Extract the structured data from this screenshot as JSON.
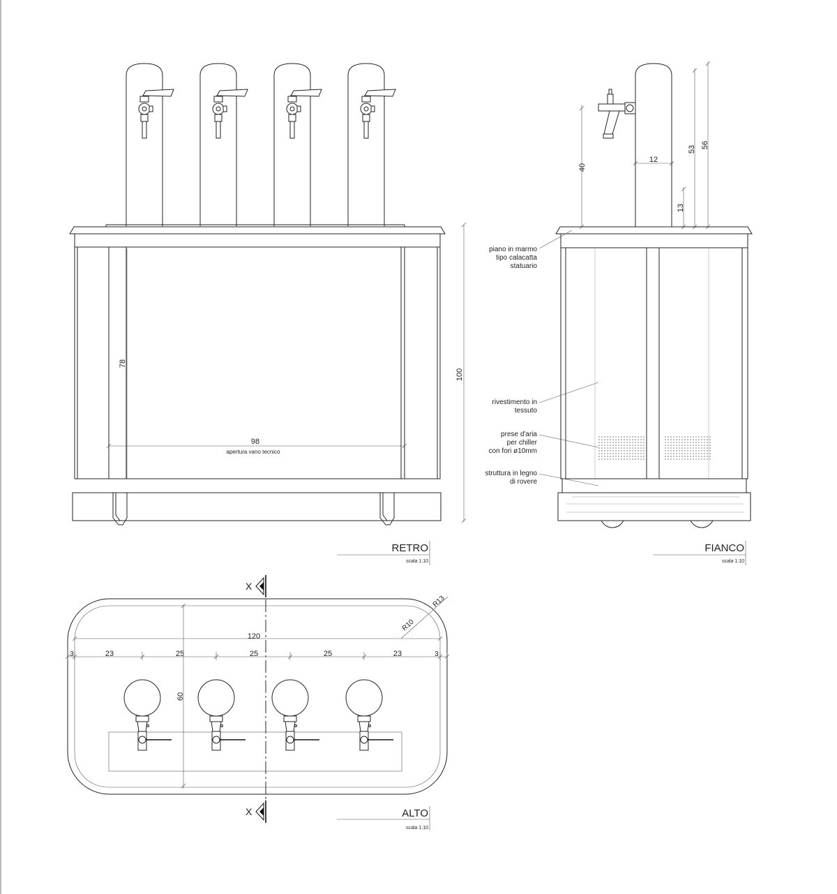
{
  "views": {
    "back": {
      "title": "RETRO",
      "scale": "scala 1:10"
    },
    "side": {
      "title": "FIANCO",
      "scale": "scala 1:10"
    },
    "top": {
      "title": "ALTO",
      "scale": "scala 1:10"
    }
  },
  "dimensions": {
    "back": {
      "opening_height": "78",
      "opening_width": "98",
      "opening_label": "apertura vano tecnico",
      "total_height": "100"
    },
    "side": {
      "tap_height": "40",
      "column_width": "12",
      "column_13": "13",
      "column_53": "53",
      "column_56": "56"
    },
    "top": {
      "total_width": "120",
      "depth": "60",
      "seg_a": "3",
      "seg_b": "23",
      "seg_c": "25",
      "seg_d": "25",
      "seg_e": "25",
      "seg_f": "23",
      "seg_g": "3",
      "radius_inner": "R10",
      "radius_outer": "R13"
    }
  },
  "annotations": {
    "marble_l1": "piano in marmo",
    "marble_l2": "tipo calacatta",
    "marble_l3": "statuario",
    "fabric_l1": "rivestimento in",
    "fabric_l2": "tessuto",
    "vents_l1": "prese d'aria",
    "vents_l2": "per chiller",
    "vents_l3": "con fori ø10mm",
    "wood_l1": "struttura in legno",
    "wood_l2": "di rovere"
  },
  "section_marker": "X"
}
